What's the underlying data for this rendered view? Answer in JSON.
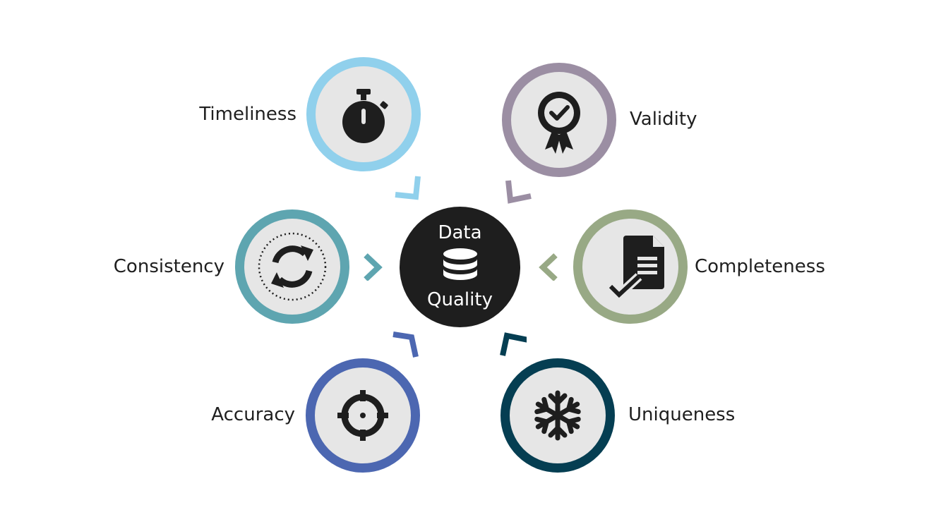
{
  "center": {
    "line1": "Data",
    "line2": "Quality",
    "icon": "database-icon",
    "color": "#1e1e1e"
  },
  "dimensions": [
    {
      "id": "timeliness",
      "label": "Timeliness",
      "icon": "stopwatch-icon",
      "color": "#90d0ec"
    },
    {
      "id": "validity",
      "label": "Validity",
      "icon": "award-ribbon-icon",
      "color": "#9b8ea3"
    },
    {
      "id": "consistency",
      "label": "Consistency",
      "icon": "sync-arrows-icon",
      "color": "#5ea5b0"
    },
    {
      "id": "completeness",
      "label": "Completeness",
      "icon": "document-check-icon",
      "color": "#98a985"
    },
    {
      "id": "accuracy",
      "label": "Accuracy",
      "icon": "crosshair-target-icon",
      "color": "#4c67b1"
    },
    {
      "id": "uniqueness",
      "label": "Uniqueness",
      "icon": "snowflake-icon",
      "color": "#053e52"
    }
  ]
}
